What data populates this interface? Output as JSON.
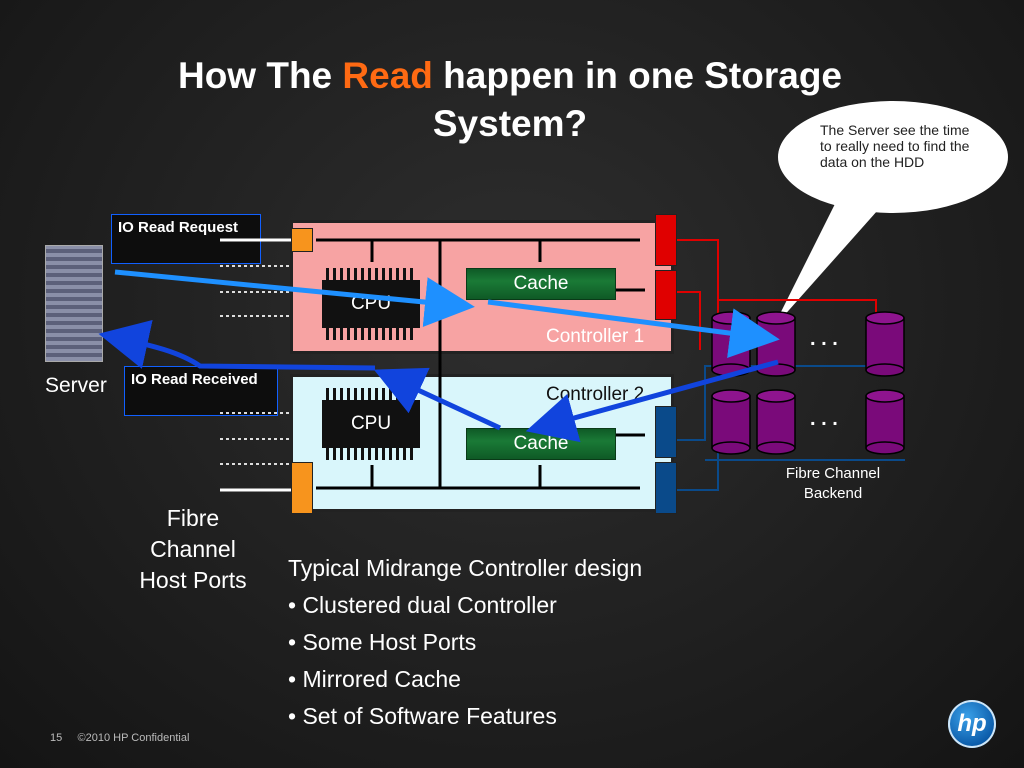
{
  "title": {
    "prefix": "How The ",
    "accent": "Read",
    "suffix": " happen in one Storage System?"
  },
  "callout": {
    "text": "The Server see the time to really need to find the data on the HDD"
  },
  "io_read_request": "IO Read Request",
  "io_read_received": "IO Read Received",
  "server_label": "Server",
  "host_ports_label": "Fibre Channel Host Ports",
  "controller1": {
    "label": "Controller 1",
    "cpu": "CPU",
    "cache": "Cache"
  },
  "controller2": {
    "label": "Controller 2",
    "cpu": "CPU",
    "cache": "Cache"
  },
  "backend_label": "Fibre Channel Backend",
  "ellipsis": ". . .",
  "bullets": {
    "heading": "Typical Midrange Controller design",
    "items": [
      "• Clustered dual Controller",
      "• Some Host Ports",
      "• Mirrored Cache",
      "• Set of Software Features"
    ]
  },
  "footer": {
    "page": "15",
    "copyright": "©2010 HP Confidential"
  },
  "logo_text": "hp",
  "colors": {
    "accent": "#ff6a13",
    "arrow": "#1e90ff",
    "return_arrow": "#1144dd",
    "disk": "#7a0a7a",
    "ctrl1": "#f7a3a3",
    "ctrl2": "#d9f6fb",
    "fc_red": "#e00000",
    "fc_blue": "#0a4a8a"
  }
}
